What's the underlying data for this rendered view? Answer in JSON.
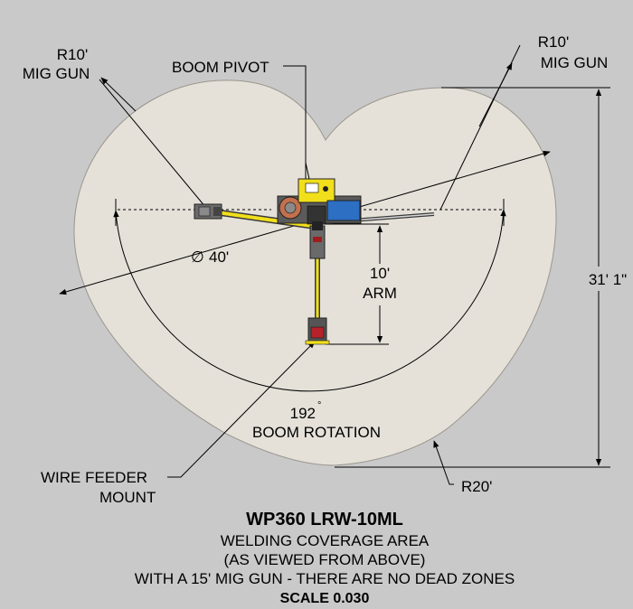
{
  "labels": {
    "mig_gun_left": [
      "R10'",
      "MIG GUN"
    ],
    "mig_gun_right": [
      "R10'",
      "MIG GUN"
    ],
    "boom_pivot": "BOOM PIVOT",
    "diameter": "40'",
    "diameter_symbol": "∅",
    "arm": [
      "10'",
      "ARM"
    ],
    "height": "31' 1\"",
    "rotation_value": "192",
    "rotation_degree": "°",
    "rotation_label": "BOOM ROTATION",
    "wire_feeder": [
      "WIRE FEEDER",
      "MOUNT"
    ],
    "radius": "R20'"
  },
  "caption": {
    "title": "WP360 LRW-10ML",
    "lines": [
      "WELDING COVERAGE AREA",
      "(AS VIEWED FROM ABOVE)",
      "WITH A 15' MIG GUN - THERE ARE NO DEAD ZONES"
    ],
    "scale": "SCALE  0.030"
  },
  "colors": {
    "background": "#c9c9c9",
    "coverage": "#e5e1d9",
    "boom": "#f1df1b",
    "motor": "#2c6fc3",
    "body": "#5b5b5b"
  }
}
